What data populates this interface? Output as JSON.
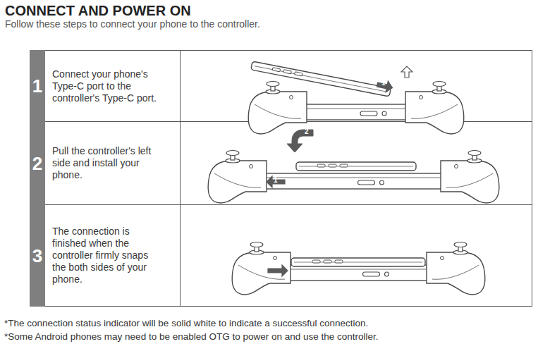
{
  "diagram": {
    "title": "CONNECT AND POWER ON",
    "nodes": [
      {
        "text": [
          "1"
        ]
      },
      {
        "text": [
          "Connect your phone's Type-C port to the controller's Type-C port."
        ]
      },
      {
        "text": [
          "2"
        ]
      },
      {
        "text": [
          "Pull the controller's left side and install your phone."
        ]
      },
      {
        "text": [
          "3"
        ]
      },
      {
        "text": [
          "The connection is finished when the controller firmly snaps the both sides of your phone."
        ]
      }
    ],
    "labels": [
      "Follow these steps to connect your phone to the controller.",
      "1",
      "2",
      "1",
      "*The connection status indicator will be solid white to indicate a successful connection.",
      "*Some Android phones may need to be enabled OTG to power on and use the controller."
    ]
  }
}
